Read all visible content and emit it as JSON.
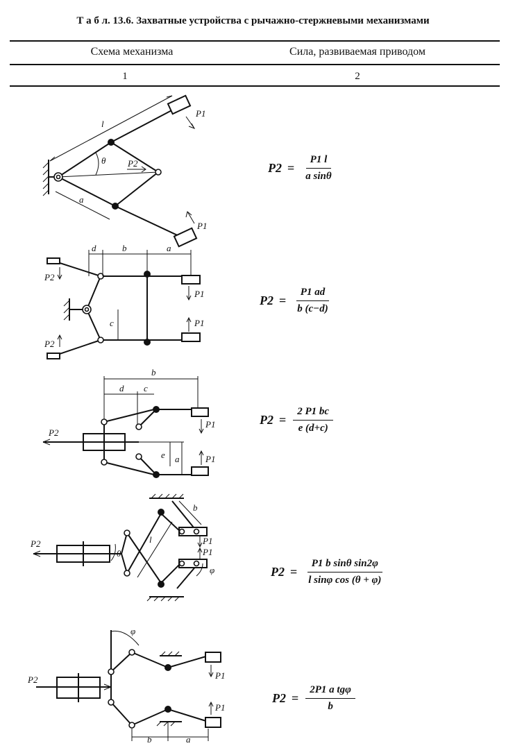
{
  "table": {
    "title": "Т а б л. 13.6. Захватные устройства с рычажно-стержневыми механизмами",
    "col1_header": "Схема механизма",
    "col2_header": "Сила, развиваемая приводом",
    "col1_number": "1",
    "col2_number": "2"
  },
  "rows": [
    {
      "labels": {
        "l": "l",
        "theta": "θ",
        "a": "a",
        "p1_top": "P1",
        "p2": "P2",
        "p1_bottom": "P1"
      },
      "formula": {
        "lhs": "P2",
        "eq": "=",
        "numerator": "P1 l",
        "denominator": "a sinθ"
      }
    },
    {
      "labels": {
        "d": "d",
        "b": "b",
        "a": "a",
        "c": "c",
        "p2_top": "P2",
        "p2_bottom": "P2",
        "p1_top": "P1",
        "p1_bottom": "P1"
      },
      "formula": {
        "lhs": "P2",
        "eq": "=",
        "numerator": "P1 ad",
        "denominator": "b (c−d)"
      }
    },
    {
      "labels": {
        "b": "b",
        "d": "d",
        "c": "c",
        "e": "e",
        "a": "a",
        "p2": "P2",
        "p1_top": "P1",
        "p1_bottom": "P1"
      },
      "formula": {
        "lhs": "P2",
        "eq": "=",
        "numerator": "2 P1 bc",
        "denominator": "e (d+c)"
      }
    },
    {
      "labels": {
        "b": "b",
        "l": "l",
        "theta": "θ",
        "phi": "φ",
        "p2": "P2",
        "p1_top": "P1",
        "p1_bottom": "P1"
      },
      "formula": {
        "lhs": "P2",
        "eq": "=",
        "numerator": "P1 b sinθ sin2φ",
        "denominator": "l sinφ cos (θ + φ)"
      }
    },
    {
      "labels": {
        "phi": "φ",
        "b": "b",
        "a": "a",
        "p2": "P2",
        "p1_top": "P1",
        "p1_bottom": "P1"
      },
      "formula": {
        "lhs": "P2",
        "eq": "=",
        "numerator": "2P1 a  tgφ",
        "denominator": "b"
      }
    }
  ]
}
